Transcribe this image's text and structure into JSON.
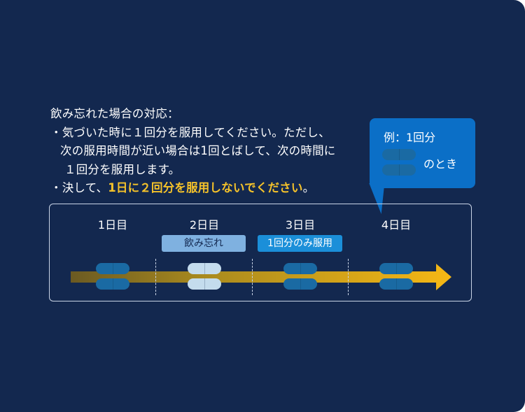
{
  "instructions": {
    "heading": "飲み忘れた場合の対応：",
    "bullet1_line1": "・気づいた時に１回分を服用してください。ただし、",
    "bullet1_line2": "次の服用時間が近い場合は1回とばして、次の時間に",
    "bullet1_line3": "１回分を服用します。",
    "bullet2_prefix": "・決して、",
    "bullet2_highlight": "1日に２回分を服用しないでください",
    "bullet2_suffix": "。"
  },
  "example_bubble": {
    "title": "例：1回分",
    "note": "のとき",
    "pill_icon": "capsule-pair-icon"
  },
  "timeline": {
    "days": [
      "1日目",
      "2日目",
      "3日目",
      "4日目"
    ],
    "tags": {
      "missed": "飲み忘れ",
      "once": "1回分のみ服用"
    },
    "arrow_icon": "timeline-arrow-icon"
  },
  "colors": {
    "background": "#13284f",
    "highlight": "#f6c32a",
    "bubble": "#0b6fc7",
    "pill_taken": "#1a6aa3",
    "pill_missed": "#c4dced",
    "tag_missed": "#7fb1e0",
    "tag_once": "#1b8fd9"
  }
}
